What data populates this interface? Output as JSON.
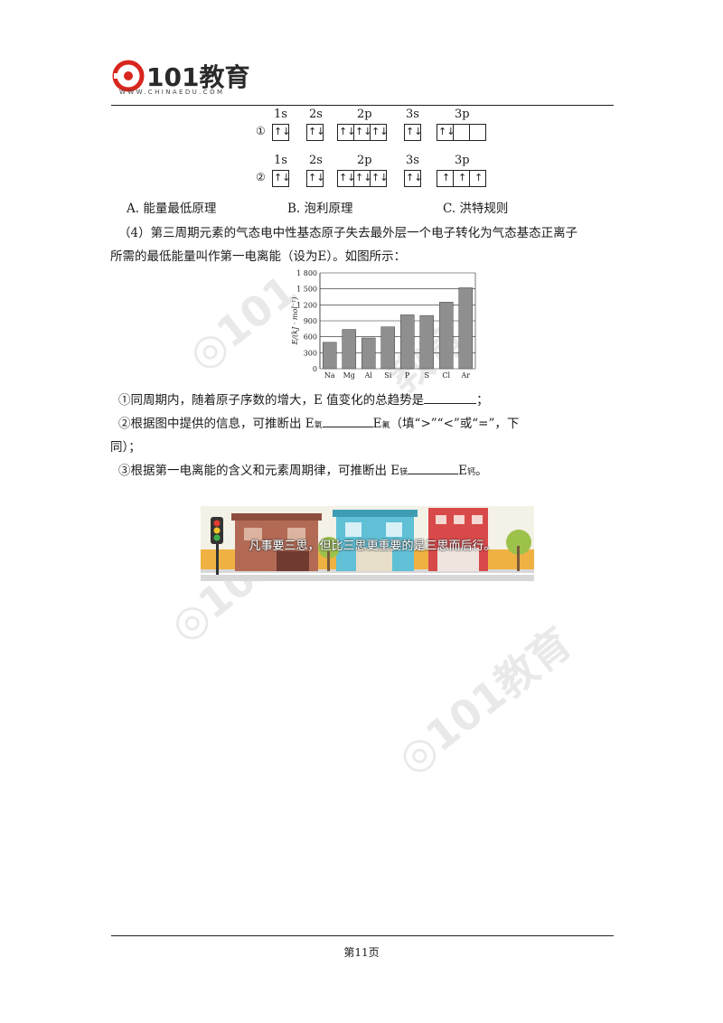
{
  "header": {
    "logo_text": "101教育",
    "logo_sub": "WWW.CHINAEDU.COM"
  },
  "orbitals": {
    "labels": [
      "1s",
      "2s",
      "2p",
      "3s",
      "3p"
    ],
    "rows": [
      {
        "marker": "①",
        "cells": [
          "↑↓",
          "↑↓",
          "↑↓",
          "↑↓",
          "↑↓",
          "↑↓",
          "↑↓",
          "",
          ""
        ]
      },
      {
        "marker": "②",
        "cells": [
          "↑↓",
          "↑↓",
          "↑↓",
          "↑↓",
          "↑↓",
          "↑↓",
          "↑",
          "↑",
          "↑"
        ]
      }
    ]
  },
  "options": [
    "A. 能量最低原理",
    "B. 泡利原理",
    "C. 洪特规则"
  ],
  "question": {
    "line1": "（4）第三周期元素的气态电中性基态原子失去最外层一个电子转化为气态基态正离子",
    "line2": "所需的最低能量叫作第一电离能（设为E）。如图所示："
  },
  "chart_data": {
    "type": "bar",
    "categories": [
      "Na",
      "Mg",
      "Al",
      "Si",
      "P",
      "S",
      "Cl",
      "Ar"
    ],
    "values": [
      496,
      738,
      578,
      787,
      1012,
      1000,
      1251,
      1521
    ],
    "ylabel": "E/(kJ · mol⁻¹)",
    "yticks": [
      "0",
      "300",
      "600",
      "900",
      "1 200",
      "1 500",
      "1 800"
    ],
    "ylim": [
      0,
      1800
    ],
    "grid": true,
    "bar_color": "#8f8f8f"
  },
  "sub_questions": {
    "q1": "①同周期内，随着原子序数的增大，E 值变化的总趋势是",
    "q1_end": "；",
    "q2_start": "②根据图中提供的信息，可推断出 E",
    "q2_sub1": "氧",
    "q2_mid": "E",
    "q2_sub2": "氟",
    "q2_end": "（填“>”“<”或“=”，下",
    "q2_line2": "同）；",
    "q3_start": "③根据第一电离能的含义和元素周期律，可推断出 E",
    "q3_sub1": "镁",
    "q3_mid": "E",
    "q3_sub2": "钙",
    "q3_end": "。"
  },
  "banner": {
    "text": "凡事要三思，但比三思更重要的是三思而后行。"
  },
  "footer": {
    "page": "第11页"
  }
}
